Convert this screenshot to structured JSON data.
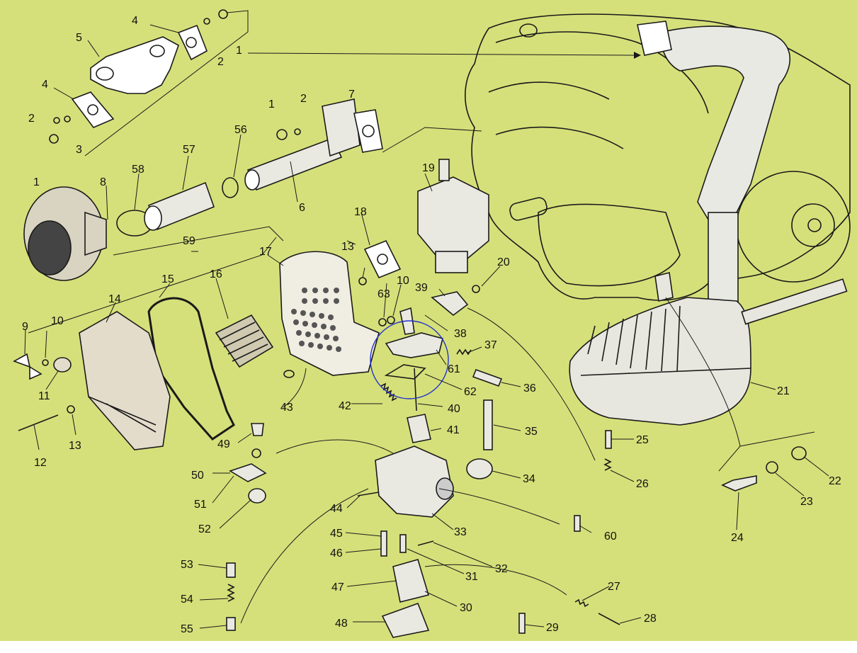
{
  "page": {
    "background_color": "#d6e07a",
    "ink_color": "#1a1a1a",
    "engine_color": "#ffffff",
    "highlight_color": "#2233cc"
  },
  "parts": [
    {
      "id": "p1a",
      "label": "1"
    },
    {
      "id": "p2a",
      "label": "2"
    },
    {
      "id": "p4a",
      "label": "4"
    },
    {
      "id": "p5",
      "label": "5"
    },
    {
      "id": "p4b",
      "label": "4"
    },
    {
      "id": "p2b",
      "label": "2"
    },
    {
      "id": "p3",
      "label": "3"
    },
    {
      "id": "p1b",
      "label": "1"
    },
    {
      "id": "p8",
      "label": "8"
    },
    {
      "id": "p58",
      "label": "58"
    },
    {
      "id": "p57",
      "label": "57"
    },
    {
      "id": "p56",
      "label": "56"
    },
    {
      "id": "p1c",
      "label": "1"
    },
    {
      "id": "p2c",
      "label": "2"
    },
    {
      "id": "p7",
      "label": "7"
    },
    {
      "id": "p6",
      "label": "6"
    },
    {
      "id": "p19",
      "label": "19"
    },
    {
      "id": "p18",
      "label": "18"
    },
    {
      "id": "p13a",
      "label": "13"
    },
    {
      "id": "p17",
      "label": "17"
    },
    {
      "id": "p59",
      "label": "59"
    },
    {
      "id": "p15",
      "label": "15"
    },
    {
      "id": "p16",
      "label": "16"
    },
    {
      "id": "p14",
      "label": "14"
    },
    {
      "id": "p9",
      "label": "9"
    },
    {
      "id": "p10a",
      "label": "10"
    },
    {
      "id": "p11",
      "label": "11"
    },
    {
      "id": "p12",
      "label": "12"
    },
    {
      "id": "p13b",
      "label": "13"
    },
    {
      "id": "p63",
      "label": "63"
    },
    {
      "id": "p10b",
      "label": "10"
    },
    {
      "id": "p39",
      "label": "39"
    },
    {
      "id": "p20",
      "label": "20"
    },
    {
      "id": "p38",
      "label": "38"
    },
    {
      "id": "p37",
      "label": "37"
    },
    {
      "id": "p61",
      "label": "61"
    },
    {
      "id": "p36",
      "label": "36"
    },
    {
      "id": "p62",
      "label": "62"
    },
    {
      "id": "p42",
      "label": "42"
    },
    {
      "id": "p40",
      "label": "40"
    },
    {
      "id": "p43",
      "label": "43"
    },
    {
      "id": "p41",
      "label": "41"
    },
    {
      "id": "p35",
      "label": "35"
    },
    {
      "id": "p49",
      "label": "49"
    },
    {
      "id": "p50",
      "label": "50"
    },
    {
      "id": "p51",
      "label": "51"
    },
    {
      "id": "p52",
      "label": "52"
    },
    {
      "id": "p34",
      "label": "34"
    },
    {
      "id": "p44",
      "label": "44"
    },
    {
      "id": "p33",
      "label": "33"
    },
    {
      "id": "p60",
      "label": "60"
    },
    {
      "id": "p45",
      "label": "45"
    },
    {
      "id": "p46",
      "label": "46"
    },
    {
      "id": "p31",
      "label": "31"
    },
    {
      "id": "p32",
      "label": "32"
    },
    {
      "id": "p53",
      "label": "53"
    },
    {
      "id": "p54",
      "label": "54"
    },
    {
      "id": "p55",
      "label": "55"
    },
    {
      "id": "p47",
      "label": "47"
    },
    {
      "id": "p30",
      "label": "30"
    },
    {
      "id": "p48",
      "label": "48"
    },
    {
      "id": "p29",
      "label": "29"
    },
    {
      "id": "p27",
      "label": "27"
    },
    {
      "id": "p28",
      "label": "28"
    },
    {
      "id": "p25",
      "label": "25"
    },
    {
      "id": "p26",
      "label": "26"
    },
    {
      "id": "p21",
      "label": "21"
    },
    {
      "id": "p22",
      "label": "22"
    },
    {
      "id": "p23",
      "label": "23"
    },
    {
      "id": "p24",
      "label": "24"
    }
  ]
}
